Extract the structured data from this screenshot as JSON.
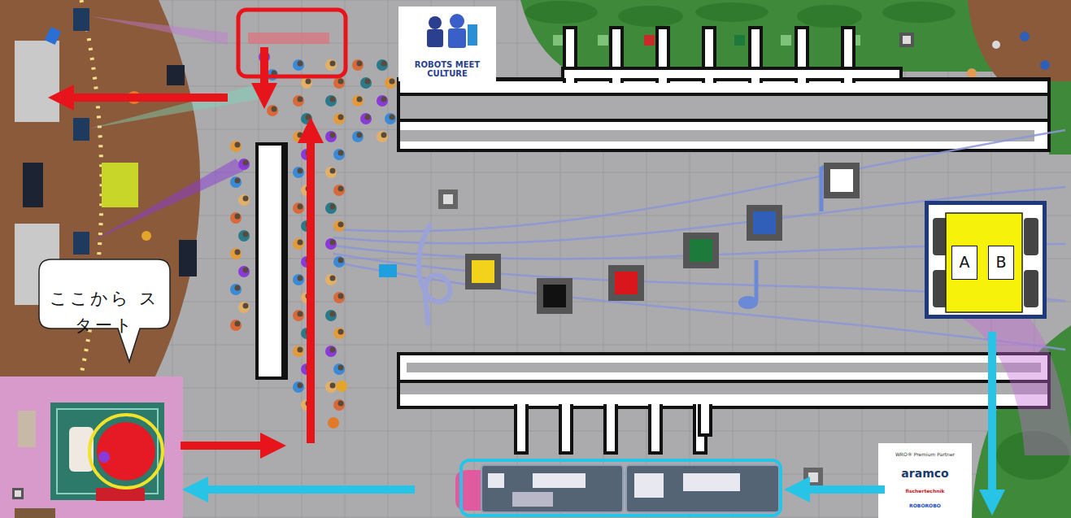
{
  "diagram": {
    "nodes": [
      {
        "text": [
          "ROBOTS MEET CULTURE"
        ]
      },
      {
        "text": [
          "A"
        ]
      },
      {
        "text": [
          "B"
        ]
      },
      {
        "text": [
          "ここから スタート"
        ]
      },
      {
        "text": [
          "WRO® Premium Partner",
          "aramco",
          "fischertechnik",
          "ROBOROBO"
        ]
      }
    ]
  }
}
